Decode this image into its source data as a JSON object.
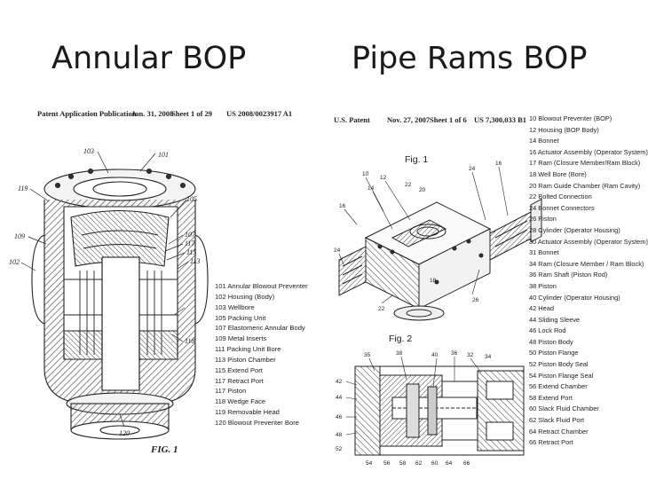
{
  "slide": {
    "left_title": "Annular BOP",
    "right_title": "Pipe Rams BOP"
  },
  "left_patent": {
    "header": {
      "publication": "Patent Application Publication",
      "date": "Jan. 31, 2008",
      "sheet": "Sheet 1 of 29",
      "number": "US 2008/0023917 A1"
    },
    "figure_caption": "FIG. 1",
    "callouts": [
      "103",
      "101",
      "119",
      "105",
      "109",
      "107",
      "117",
      "115",
      "102",
      "113",
      "118",
      "120"
    ],
    "legend": [
      "101 Annular Blowout Preventer",
      "102 Housing (Body)",
      "103 Wellbore",
      "105 Packing Unit",
      "107 Elastomeric Annular Body",
      "109 Metal Inserts",
      "111 Packing Unit Bore",
      "113 Piston Chamber",
      "115 Extend Port",
      "117 Retract Port",
      "117 Piston",
      "118 Wedge Face",
      "119 Removable Head",
      "120 Blowout Preventer Bore"
    ]
  },
  "right_patent": {
    "header": {
      "publication": "U.S. Patent",
      "date": "Nov. 27, 2007",
      "sheet": "Sheet 1 of 6",
      "number": "US 7,300,033 B1"
    },
    "fig1_label": "Fig. 1",
    "fig2_label": "Fig. 2",
    "fig1_callouts": [
      "24",
      "16",
      "10",
      "12",
      "14",
      "22",
      "20",
      "18",
      "26",
      "24",
      "16",
      "22"
    ],
    "fig2_callouts": [
      "35",
      "38",
      "40",
      "36",
      "32",
      "34",
      "42",
      "44",
      "46",
      "48",
      "52",
      "62",
      "64",
      "66",
      "54",
      "56",
      "58",
      "60"
    ],
    "legend": [
      "10 Blowout Preventer (BOP)",
      "12 Housing (BOP Body)",
      "14 Bonnet",
      "16 Actuator Assembly (Operator System)",
      "17 Ram (Closure Member/Ram Block)",
      "18 Well Bore (Bore)",
      "20 Ram Guide Chamber (Ram Cavity)",
      "22 Bolted Connection",
      "24 Bonnet Connectors",
      "26 Piston",
      "28 Cylinder (Operator Housing)",
      "30 Actuator Assembly (Operator System)",
      "31 Bonnet",
      "34 Ram (Closure Member / Ram Block)",
      "36 Ram Shaft (Piston Rod)",
      "38 Piston",
      "40 Cylinder (Operator Housing)",
      "42 Head",
      "44 Sliding Sleeve",
      "46 Lock Rod",
      "48 Piston Body",
      "50 Piston Flange",
      "52 Piston Body Seal",
      "54 Piston Flange Seal",
      "56 Extend Chamber",
      "58 Extend Port",
      "60 Slack Fluid Chamber",
      "62 Slack Fluid Port",
      "64 Retract Chamber",
      "66 Retract Port"
    ]
  },
  "colors": {
    "ink": "#222222",
    "hatch": "#555555",
    "background": "#ffffff"
  }
}
